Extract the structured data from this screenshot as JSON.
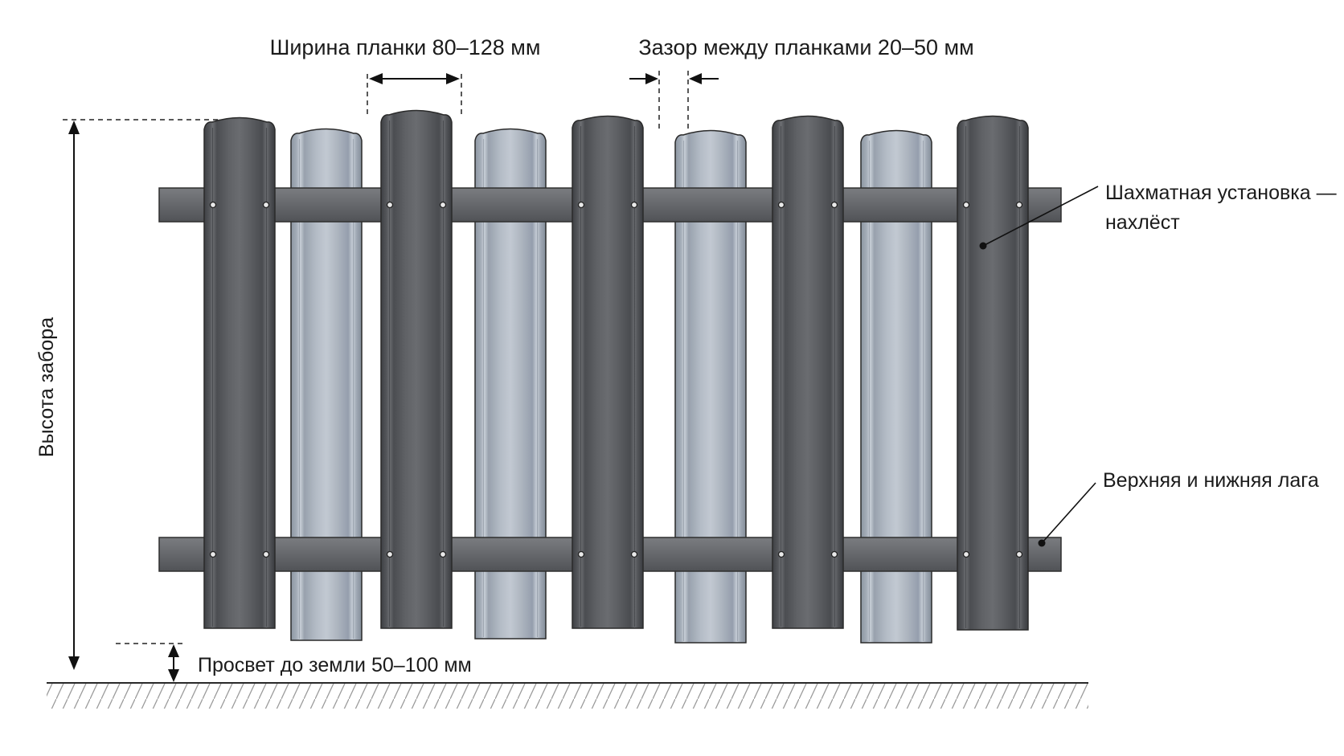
{
  "labels": {
    "plank_width": "Ширина планки 80–128 мм",
    "gap_between": "Зазор между планками 20–50 мм",
    "staggered_line1": "Шахматная установка —",
    "staggered_line2": "нахлёст",
    "rails": "Верхняя и нижняя лага",
    "ground_clearance": "Просвет до земли 50–100 мм",
    "fence_height": "Высота забора"
  },
  "colors": {
    "dark_plank": "#5d5f63",
    "light_plank": "#aab2bd",
    "rail": "#65676b",
    "outline": "#2a2a2a",
    "text": "#1b1b1b"
  },
  "planks": [
    {
      "tone": "dark",
      "row": "front"
    },
    {
      "tone": "light",
      "row": "back"
    },
    {
      "tone": "dark",
      "row": "front"
    },
    {
      "tone": "light",
      "row": "back"
    },
    {
      "tone": "dark",
      "row": "front"
    },
    {
      "tone": "light",
      "row": "back"
    },
    {
      "tone": "dark",
      "row": "front"
    },
    {
      "tone": "light",
      "row": "back"
    },
    {
      "tone": "dark",
      "row": "front"
    }
  ]
}
